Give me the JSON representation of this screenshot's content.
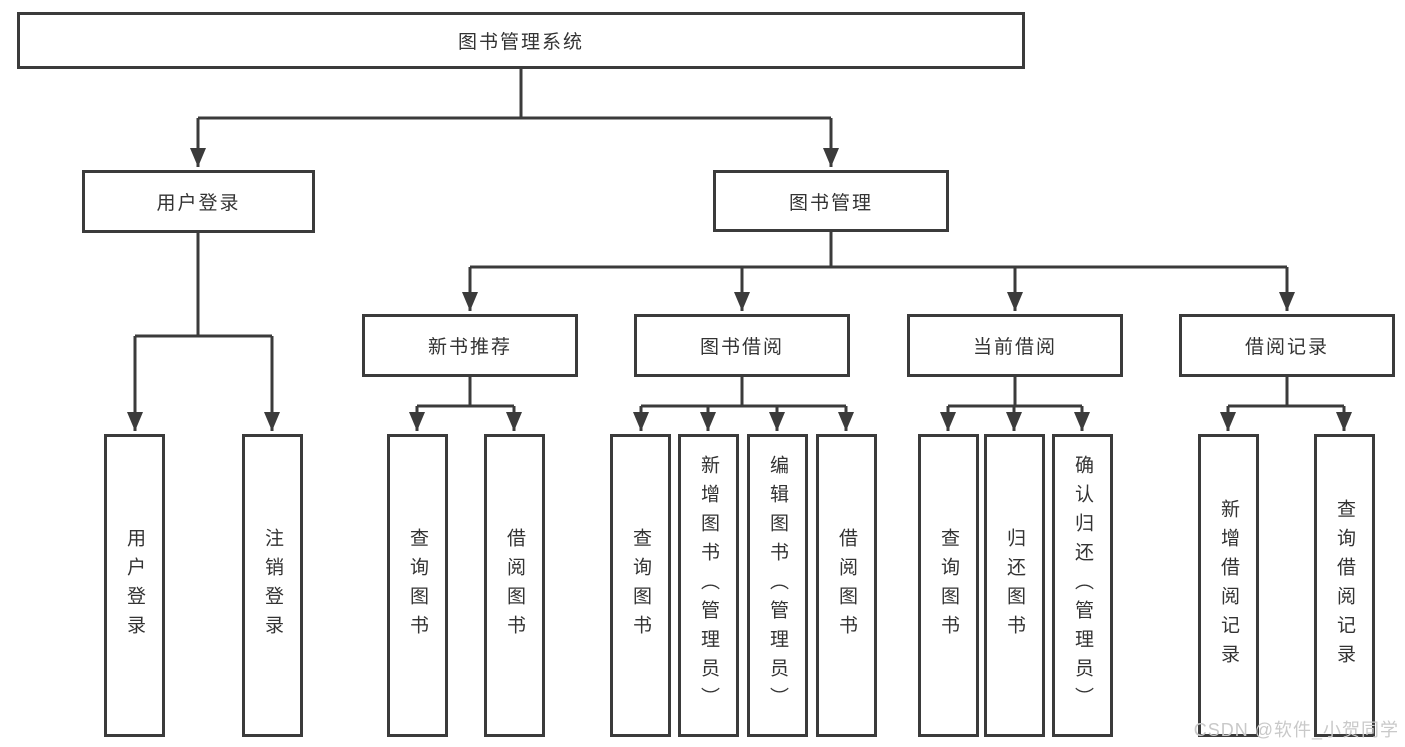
{
  "tree": {
    "root": {
      "label": "图书管理系统"
    },
    "branches": [
      {
        "label": "用户登录",
        "leaves": [
          {
            "label": "用户登录"
          },
          {
            "label": "注销登录"
          }
        ]
      },
      {
        "label": "图书管理",
        "sections": [
          {
            "label": "新书推荐",
            "leaves": [
              {
                "label": "查询图书"
              },
              {
                "label": "借阅图书"
              }
            ]
          },
          {
            "label": "图书借阅",
            "leaves": [
              {
                "label": "查询图书"
              },
              {
                "label": "新增图书（管理员）"
              },
              {
                "label": "编辑图书（管理员）"
              },
              {
                "label": "借阅图书"
              }
            ]
          },
          {
            "label": "当前借阅",
            "leaves": [
              {
                "label": "查询图书"
              },
              {
                "label": "归还图书"
              },
              {
                "label": "确认归还（管理员）"
              }
            ]
          },
          {
            "label": "借阅记录",
            "leaves": [
              {
                "label": "新增借阅记录"
              },
              {
                "label": "查询借阅记录"
              }
            ]
          }
        ]
      }
    ]
  },
  "watermark": {
    "text": "CSDN @软件_小贺同学"
  },
  "colors": {
    "line": "#3b3b3b",
    "text": "#333333",
    "watermark": "#c9c9c9",
    "background": "#ffffff"
  }
}
